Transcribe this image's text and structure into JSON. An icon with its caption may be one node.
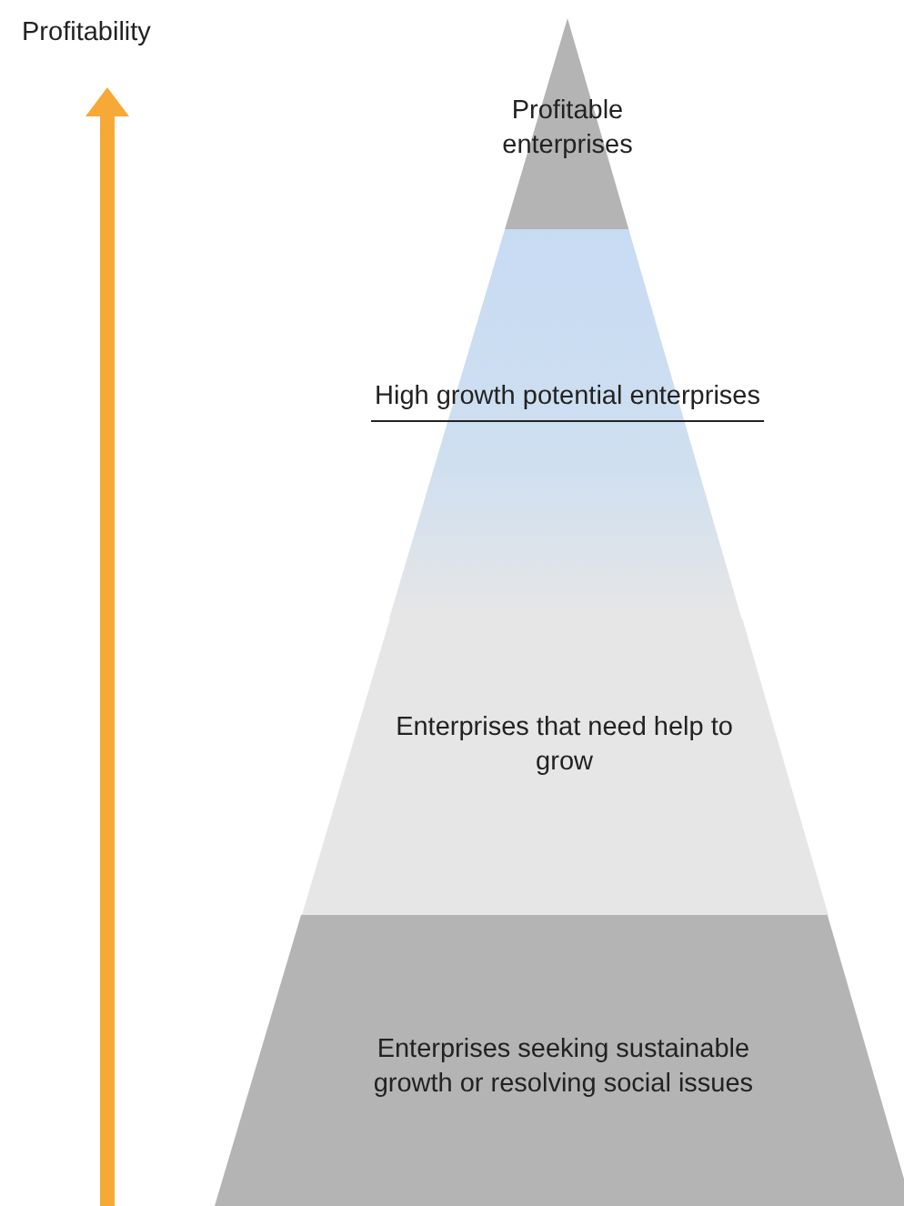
{
  "diagram": {
    "nodes": [
      {
        "text": [
          "Profitable enterprises"
        ]
      },
      {
        "text": [
          "High growth potential enterprises"
        ]
      },
      {
        "text": [
          "Enterprises that need help to grow"
        ]
      },
      {
        "text": [
          "Enterprises seeking sustainable growth or resolving social issues"
        ]
      }
    ],
    "labels": [
      "Profitability"
    ]
  }
}
